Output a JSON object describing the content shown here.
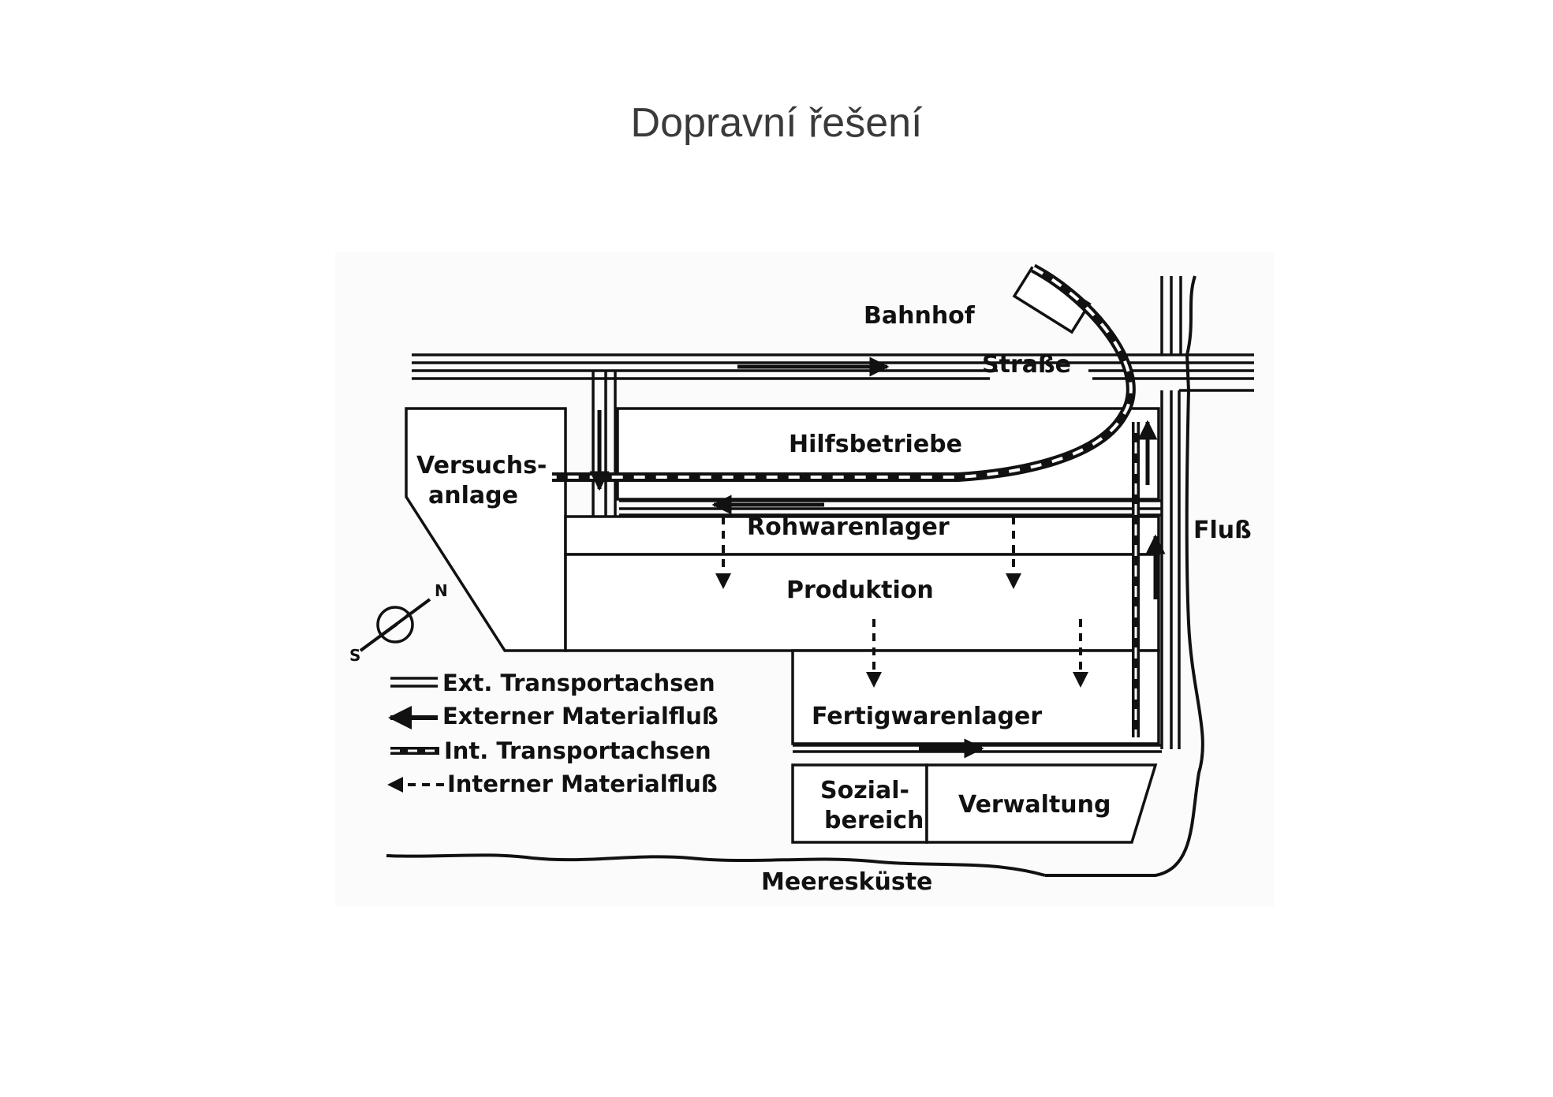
{
  "title": "Dopravní řešení",
  "diagram": {
    "labels": {
      "bahnhof": "Bahnhof",
      "strasse": "Straße",
      "hilfsbetriebe": "Hilfsbetriebe",
      "versuchs": "Versuchs-",
      "anlage": "anlage",
      "rohwarenlager": "Rohwarenlager",
      "produktion": "Produktion",
      "fertigwarenlager": "Fertigwarenlager",
      "sozial": "Sozial-",
      "bereich": "bereich",
      "verwaltung": "Verwaltung",
      "fluss": "Fluß",
      "meereskueste": "Meeresküste",
      "compass_n": "N",
      "compass_s": "S"
    },
    "legend": [
      {
        "symbol": "double-line-icon",
        "label": "Ext. Transportachsen"
      },
      {
        "symbol": "solid-arrow-icon",
        "label": "Externer Materialfluß"
      },
      {
        "symbol": "thick-dashed-line-icon",
        "label": "Int. Transportachsen"
      },
      {
        "symbol": "dashed-arrow-icon",
        "label": "Interner Materialfluß"
      }
    ]
  }
}
